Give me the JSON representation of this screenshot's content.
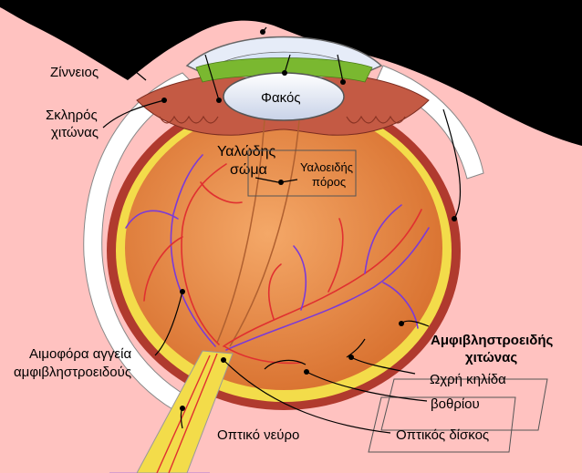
{
  "labels": {
    "zonules": "Ζίννειος",
    "sclera_line1": "Σκληρός",
    "sclera_line2": "χιτώνας",
    "lens": "Φακός",
    "vitreous_line1": "Υαλώδης",
    "vitreous_line2": "σώμα",
    "hyaloid_line1": "Υαλοειδής",
    "hyaloid_line2": "πόρος",
    "vessels_line1": "Αιμοφόρα αγγεία",
    "vessels_line2": "αμφιβληστροειδούς",
    "retina_line1": "Αμφιβληστροειδής",
    "retina_line2": "χιτώνας",
    "macula": "Ωχρή κηλίδα",
    "fovea": "βοθρίου",
    "optic_nerve": "Οπτικό νεύρο",
    "optic_disc": "Οπτικός δίσκος"
  },
  "colors": {
    "background": "#ffc2c0",
    "eyelid": "#000000",
    "sclera": "#ffffff",
    "choroid": "#c0392b",
    "retina": "#f5e04a",
    "vitreous": "#e8884a",
    "lens": "#eef2fa",
    "ciliary": "#b84a3a",
    "zonules": "#7ab830",
    "artery": "#e03030",
    "vein": "#7b3ad8"
  }
}
